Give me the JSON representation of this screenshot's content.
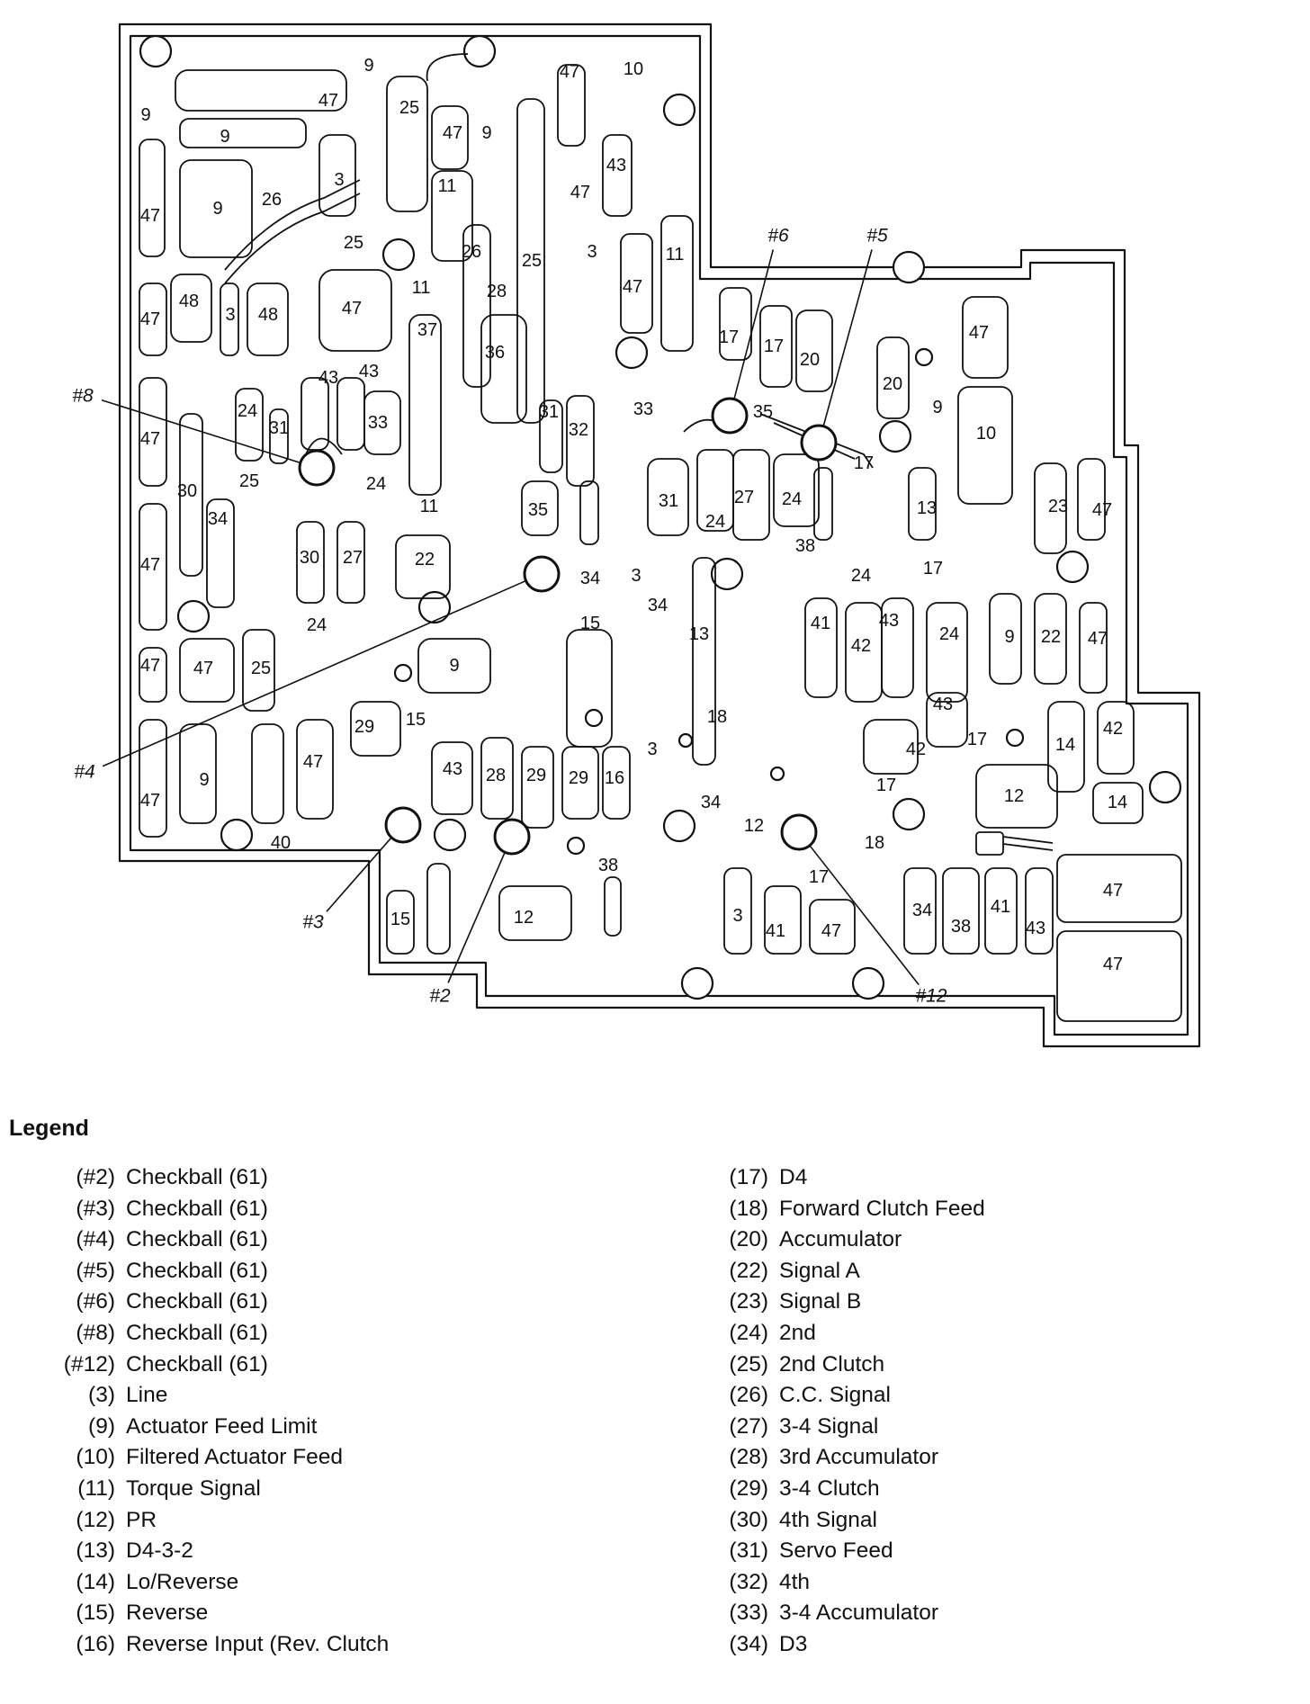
{
  "diagram": {
    "callouts": [
      {
        "id": "#2",
        "label": "#2",
        "ball": [
          569,
          930
        ],
        "text": [
          489,
          1107
        ]
      },
      {
        "id": "#3",
        "label": "#3",
        "ball": [
          448,
          917
        ],
        "text": [
          348,
          1025
        ]
      },
      {
        "id": "#4",
        "label": "#4",
        "ball": [
          602,
          638
        ],
        "text": [
          94,
          858
        ]
      },
      {
        "id": "#5",
        "label": "#5",
        "ball": [
          910,
          492
        ],
        "text": [
          975,
          262
        ]
      },
      {
        "id": "#6",
        "label": "#6",
        "ball": [
          811,
          462
        ],
        "text": [
          865,
          262
        ]
      },
      {
        "id": "#8",
        "label": "#8",
        "ball": [
          352,
          520
        ],
        "text": [
          92,
          440
        ]
      },
      {
        "id": "#12",
        "label": "#12",
        "ball": [
          888,
          925
        ],
        "text": [
          1035,
          1107
        ]
      }
    ],
    "passage_labels": [
      {
        "t": "9",
        "p": [
          410,
          73
        ]
      },
      {
        "t": "9",
        "p": [
          162,
          128
        ]
      },
      {
        "t": "47",
        "p": [
          365,
          112
        ]
      },
      {
        "t": "25",
        "p": [
          455,
          120
        ]
      },
      {
        "t": "47",
        "p": [
          503,
          148
        ]
      },
      {
        "t": "9",
        "p": [
          541,
          148
        ]
      },
      {
        "t": "9",
        "p": [
          250,
          152
        ]
      },
      {
        "t": "3",
        "p": [
          377,
          200
        ]
      },
      {
        "t": "47",
        "p": [
          167,
          240
        ]
      },
      {
        "t": "9",
        "p": [
          242,
          232
        ]
      },
      {
        "t": "26",
        "p": [
          302,
          222
        ]
      },
      {
        "t": "25",
        "p": [
          393,
          270
        ]
      },
      {
        "t": "11",
        "p": [
          497,
          207
        ]
      },
      {
        "t": "26",
        "p": [
          524,
          280
        ]
      },
      {
        "t": "28",
        "p": [
          552,
          324
        ]
      },
      {
        "t": "25",
        "p": [
          591,
          290
        ]
      },
      {
        "t": "3",
        "p": [
          658,
          280
        ]
      },
      {
        "t": "47",
        "p": [
          633,
          80
        ]
      },
      {
        "t": "10",
        "p": [
          704,
          77
        ]
      },
      {
        "t": "43",
        "p": [
          685,
          184
        ]
      },
      {
        "t": "47",
        "p": [
          645,
          214
        ]
      },
      {
        "t": "11",
        "p": [
          750,
          283
        ]
      },
      {
        "t": "47",
        "p": [
          703,
          319
        ]
      },
      {
        "t": "47",
        "p": [
          167,
          355
        ]
      },
      {
        "t": "48",
        "p": [
          210,
          335
        ]
      },
      {
        "t": "3",
        "p": [
          256,
          350
        ]
      },
      {
        "t": "48",
        "p": [
          298,
          350
        ]
      },
      {
        "t": "47",
        "p": [
          391,
          343
        ]
      },
      {
        "t": "11",
        "p": [
          468,
          320
        ]
      },
      {
        "t": "37",
        "p": [
          475,
          367
        ]
      },
      {
        "t": "36",
        "p": [
          550,
          392
        ]
      },
      {
        "t": "43",
        "p": [
          365,
          420
        ]
      },
      {
        "t": "43",
        "p": [
          410,
          413
        ]
      },
      {
        "t": "24",
        "p": [
          275,
          457
        ]
      },
      {
        "t": "31",
        "p": [
          310,
          476
        ]
      },
      {
        "t": "33",
        "p": [
          420,
          470
        ]
      },
      {
        "t": "47",
        "p": [
          167,
          488
        ]
      },
      {
        "t": "30",
        "p": [
          208,
          546
        ]
      },
      {
        "t": "25",
        "p": [
          277,
          535
        ]
      },
      {
        "t": "24",
        "p": [
          418,
          538
        ]
      },
      {
        "t": "11",
        "p": [
          477,
          563
        ]
      },
      {
        "t": "34",
        "p": [
          242,
          577
        ]
      },
      {
        "t": "31",
        "p": [
          610,
          458
        ]
      },
      {
        "t": "32",
        "p": [
          643,
          478
        ]
      },
      {
        "t": "33",
        "p": [
          715,
          455
        ]
      },
      {
        "t": "35",
        "p": [
          598,
          567
        ]
      },
      {
        "t": "30",
        "p": [
          344,
          620
        ]
      },
      {
        "t": "27",
        "p": [
          392,
          620
        ]
      },
      {
        "t": "22",
        "p": [
          472,
          622
        ]
      },
      {
        "t": "47",
        "p": [
          167,
          628
        ]
      },
      {
        "t": "34",
        "p": [
          656,
          643
        ]
      },
      {
        "t": "3",
        "p": [
          707,
          640
        ]
      },
      {
        "t": "34",
        "p": [
          731,
          673
        ]
      },
      {
        "t": "15",
        "p": [
          656,
          693
        ]
      },
      {
        "t": "24",
        "p": [
          352,
          695
        ]
      },
      {
        "t": "47",
        "p": [
          167,
          740
        ]
      },
      {
        "t": "47",
        "p": [
          226,
          743
        ]
      },
      {
        "t": "25",
        "p": [
          290,
          743
        ]
      },
      {
        "t": "9",
        "p": [
          505,
          740
        ]
      },
      {
        "t": "15",
        "p": [
          462,
          800
        ]
      },
      {
        "t": "29",
        "p": [
          405,
          808
        ]
      },
      {
        "t": "9",
        "p": [
          227,
          867
        ]
      },
      {
        "t": "47",
        "p": [
          348,
          847
        ]
      },
      {
        "t": "43",
        "p": [
          503,
          855
        ]
      },
      {
        "t": "28",
        "p": [
          551,
          862
        ]
      },
      {
        "t": "29",
        "p": [
          596,
          862
        ]
      },
      {
        "t": "29",
        "p": [
          643,
          865
        ]
      },
      {
        "t": "16",
        "p": [
          683,
          865
        ]
      },
      {
        "t": "3",
        "p": [
          725,
          833
        ]
      },
      {
        "t": "13",
        "p": [
          777,
          705
        ]
      },
      {
        "t": "18",
        "p": [
          797,
          797
        ]
      },
      {
        "t": "47",
        "p": [
          167,
          890
        ]
      },
      {
        "t": "40",
        "p": [
          312,
          937
        ]
      },
      {
        "t": "15",
        "p": [
          445,
          1022
        ]
      },
      {
        "t": "12",
        "p": [
          582,
          1020
        ]
      },
      {
        "t": "38",
        "p": [
          676,
          962
        ]
      },
      {
        "t": "34",
        "p": [
          790,
          892
        ]
      },
      {
        "t": "12",
        "p": [
          838,
          918
        ]
      },
      {
        "t": "3",
        "p": [
          820,
          1018
        ]
      },
      {
        "t": "41",
        "p": [
          862,
          1035
        ]
      },
      {
        "t": "47",
        "p": [
          924,
          1035
        ]
      },
      {
        "t": "17",
        "p": [
          810,
          375
        ]
      },
      {
        "t": "17",
        "p": [
          860,
          385
        ]
      },
      {
        "t": "20",
        "p": [
          900,
          400
        ]
      },
      {
        "t": "35",
        "p": [
          848,
          458
        ]
      },
      {
        "t": "20",
        "p": [
          992,
          427
        ]
      },
      {
        "t": "9",
        "p": [
          1042,
          453
        ]
      },
      {
        "t": "47",
        "p": [
          1088,
          370
        ]
      },
      {
        "t": "10",
        "p": [
          1096,
          482
        ]
      },
      {
        "t": "17",
        "p": [
          960,
          515
        ]
      },
      {
        "t": "31",
        "p": [
          743,
          557
        ]
      },
      {
        "t": "24",
        "p": [
          795,
          580
        ]
      },
      {
        "t": "27",
        "p": [
          827,
          553
        ]
      },
      {
        "t": "24",
        "p": [
          880,
          555
        ]
      },
      {
        "t": "13",
        "p": [
          1030,
          565
        ]
      },
      {
        "t": "23",
        "p": [
          1176,
          563
        ]
      },
      {
        "t": "47",
        "p": [
          1225,
          567
        ]
      },
      {
        "t": "38",
        "p": [
          895,
          607
        ]
      },
      {
        "t": "24",
        "p": [
          957,
          640
        ]
      },
      {
        "t": "17",
        "p": [
          1037,
          632
        ]
      },
      {
        "t": "41",
        "p": [
          912,
          693
        ]
      },
      {
        "t": "42",
        "p": [
          957,
          718
        ]
      },
      {
        "t": "43",
        "p": [
          988,
          690
        ]
      },
      {
        "t": "24",
        "p": [
          1055,
          705
        ]
      },
      {
        "t": "9",
        "p": [
          1122,
          708
        ]
      },
      {
        "t": "22",
        "p": [
          1168,
          708
        ]
      },
      {
        "t": "47",
        "p": [
          1220,
          710
        ]
      },
      {
        "t": "43",
        "p": [
          1048,
          783
        ]
      },
      {
        "t": "17",
        "p": [
          1086,
          822
        ]
      },
      {
        "t": "42",
        "p": [
          1018,
          833
        ]
      },
      {
        "t": "14",
        "p": [
          1184,
          828
        ]
      },
      {
        "t": "42",
        "p": [
          1237,
          810
        ]
      },
      {
        "t": "17",
        "p": [
          985,
          873
        ]
      },
      {
        "t": "12",
        "p": [
          1127,
          885
        ]
      },
      {
        "t": "14",
        "p": [
          1242,
          892
        ]
      },
      {
        "t": "18",
        "p": [
          972,
          937
        ]
      },
      {
        "t": "17",
        "p": [
          910,
          975
        ]
      },
      {
        "t": "34",
        "p": [
          1025,
          1012
        ]
      },
      {
        "t": "38",
        "p": [
          1068,
          1030
        ]
      },
      {
        "t": "41",
        "p": [
          1112,
          1008
        ]
      },
      {
        "t": "43",
        "p": [
          1151,
          1032
        ]
      },
      {
        "t": "47",
        "p": [
          1237,
          990
        ]
      },
      {
        "t": "47",
        "p": [
          1237,
          1072
        ]
      }
    ]
  },
  "legend": {
    "title": "Legend",
    "left": [
      {
        "code": "(#2)",
        "label": "Checkball (61)"
      },
      {
        "code": "(#3)",
        "label": "Checkball (61)"
      },
      {
        "code": "(#4)",
        "label": "Checkball (61)"
      },
      {
        "code": "(#5)",
        "label": "Checkball (61)"
      },
      {
        "code": "(#6)",
        "label": "Checkball (61)"
      },
      {
        "code": "(#8)",
        "label": "Checkball (61)"
      },
      {
        "code": "(#12)",
        "label": "Checkball (61)"
      },
      {
        "code": "(3)",
        "label": "Line"
      },
      {
        "code": "(9)",
        "label": "Actuator Feed Limit"
      },
      {
        "code": "(10)",
        "label": "Filtered Actuator Feed"
      },
      {
        "code": "(11)",
        "label": "Torque Signal"
      },
      {
        "code": "(12)",
        "label": "PR"
      },
      {
        "code": "(13)",
        "label": "D4-3-2"
      },
      {
        "code": "(14)",
        "label": "Lo/Reverse"
      },
      {
        "code": "(15)",
        "label": "Reverse"
      },
      {
        "code": "(16)",
        "label": "Reverse Input (Rev. Clutch"
      }
    ],
    "right": [
      {
        "code": "(17)",
        "label": "D4"
      },
      {
        "code": "(18)",
        "label": "Forward Clutch Feed"
      },
      {
        "code": "(20)",
        "label": "Accumulator"
      },
      {
        "code": "(22)",
        "label": "Signal A"
      },
      {
        "code": "(23)",
        "label": "Signal B"
      },
      {
        "code": "(24)",
        "label": "2nd"
      },
      {
        "code": "(25)",
        "label": "2nd Clutch"
      },
      {
        "code": "(26)",
        "label": "C.C. Signal"
      },
      {
        "code": "(27)",
        "label": "3-4 Signal"
      },
      {
        "code": "(28)",
        "label": "3rd Accumulator"
      },
      {
        "code": "(29)",
        "label": "3-4 Clutch"
      },
      {
        "code": "(30)",
        "label": "4th Signal"
      },
      {
        "code": "(31)",
        "label": "Servo Feed"
      },
      {
        "code": "(32)",
        "label": "4th"
      },
      {
        "code": "(33)",
        "label": "3-4 Accumulator"
      },
      {
        "code": "(34)",
        "label": "D3"
      }
    ]
  }
}
